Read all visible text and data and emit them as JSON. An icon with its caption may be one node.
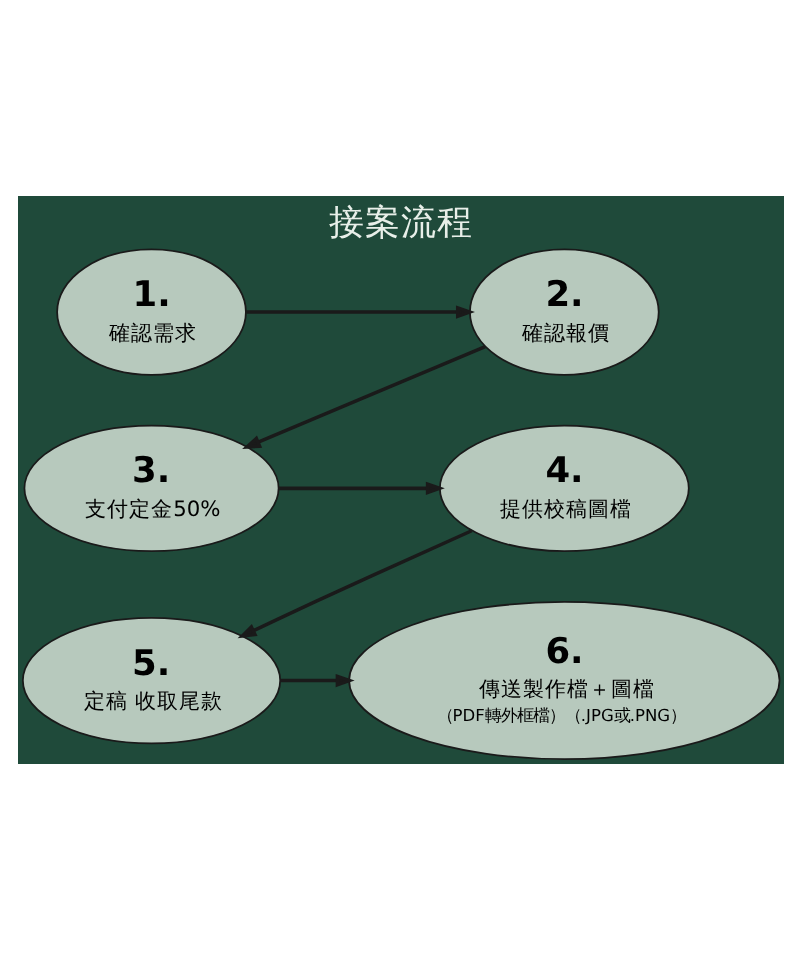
{
  "diagram": {
    "title": "接案流程",
    "nodes": [
      {
        "text": [
          "1.",
          "確認需求"
        ]
      },
      {
        "text": [
          "2.",
          "確認報價"
        ]
      },
      {
        "text": [
          "3.",
          "支付定金50%"
        ]
      },
      {
        "text": [
          "4.",
          "提供校稿圖檔"
        ]
      },
      {
        "text": [
          "5.",
          "定稿 收取尾款"
        ]
      },
      {
        "text": [
          "6.",
          "傳送製作檔＋圖檔",
          "（PDF轉外框檔）（.JPG或.PNG）"
        ]
      }
    ],
    "edges": [
      {
        "from": 0,
        "to": 1,
        "arrow": "to"
      },
      {
        "from": 1,
        "to": 2,
        "arrow": "to"
      },
      {
        "from": 2,
        "to": 3,
        "arrow": "to"
      },
      {
        "from": 3,
        "to": 4,
        "arrow": "to"
      },
      {
        "from": 4,
        "to": 5,
        "arrow": "to"
      }
    ]
  }
}
